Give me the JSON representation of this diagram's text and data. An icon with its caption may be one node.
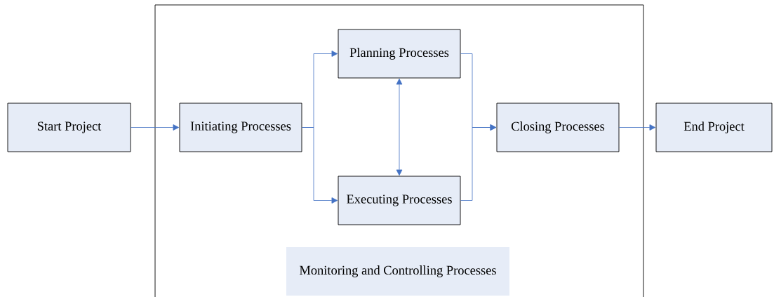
{
  "diagram": {
    "nodes": [
      {
        "text": [
          "Start Project"
        ]
      },
      {
        "text": [],
        "shape": "box"
      },
      {
        "text": [
          "Initiating Processes"
        ],
        "in": 1
      },
      {
        "text": [
          "Planning Processes"
        ],
        "in": 1
      },
      {
        "text": [
          "Executing Processes"
        ],
        "in": 1
      },
      {
        "text": [
          "Closing Processes"
        ],
        "in": 1
      },
      {
        "text": [
          "Monitoring and Controlling Processes"
        ],
        "in": 1
      },
      {
        "text": [
          "End Project"
        ]
      }
    ],
    "edges": [
      {
        "from": 0,
        "to": 2,
        "arrow": "to"
      },
      {
        "from": 2,
        "to": 3,
        "arrow": "to"
      },
      {
        "from": 2,
        "to": 4,
        "arrow": "to"
      },
      {
        "from": 3,
        "to": 4,
        "arrow": "both"
      },
      {
        "from": 3,
        "to": 5,
        "arrow": "to"
      },
      {
        "from": 4,
        "to": 5,
        "arrow": "to"
      },
      {
        "from": 5,
        "to": 7,
        "arrow": "to"
      }
    ]
  }
}
